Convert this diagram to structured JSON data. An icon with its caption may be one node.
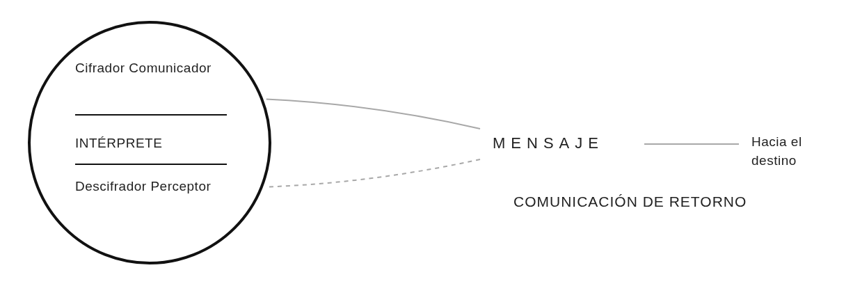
{
  "diagram": {
    "nodes": [
      {
        "text": [
          "Cifrador Comunicador",
          "INTÉRPRETE",
          "Descifrador Perceptor"
        ]
      },
      {
        "text": [
          "MENSAJE"
        ]
      },
      {
        "text": [
          "Hacia el destino"
        ]
      }
    ],
    "edges": [
      {
        "from": 0,
        "to": 1,
        "arrow": "none"
      },
      {
        "from": 1,
        "to": 0,
        "arrow": "none",
        "style": "dashed"
      },
      {
        "from": 1,
        "to": 2,
        "arrow": "none"
      }
    ],
    "labels": [
      "COMUNICACIÓN DE RETORNO"
    ]
  }
}
